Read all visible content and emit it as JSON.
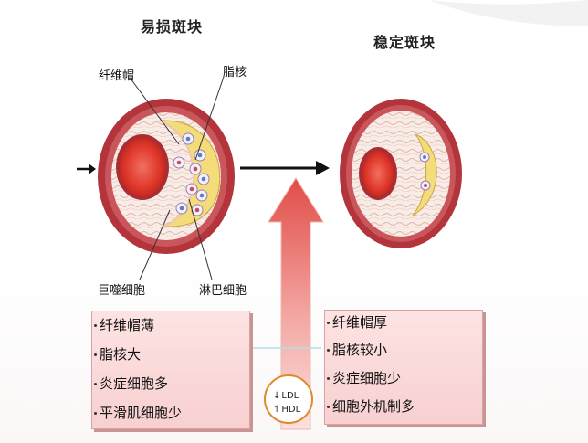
{
  "titles": {
    "vulnerable": "易损斑块",
    "stable": "稳定斑块"
  },
  "labels": {
    "fibrous_cap": "纤维帽",
    "lipid_core": "脂核",
    "macrophage": "巨噬细胞",
    "lymphocyte": "淋巴细胞"
  },
  "vulnerable_features": [
    "纤维帽薄",
    "脂核大",
    "炎症细胞多",
    "平滑肌细胞少"
  ],
  "stable_features": [
    "纤维帽厚",
    "脂核较小",
    "炎症细胞少",
    "细胞外机制多"
  ],
  "lipid_markers": {
    "ldl": "LDL",
    "hdl": "HDL",
    "ldl_arrow": "↓",
    "hdl_arrow": "↑"
  },
  "colors": {
    "vessel_wall": "#b0343a",
    "lumen": "#e03a2c",
    "lipid_core": "#f4dc7a",
    "intima": "#f6e8e2",
    "box_fill": "#fbdada",
    "arrow_gradient_top": "#e35b55",
    "ldl_circle": "#e08a2e"
  }
}
